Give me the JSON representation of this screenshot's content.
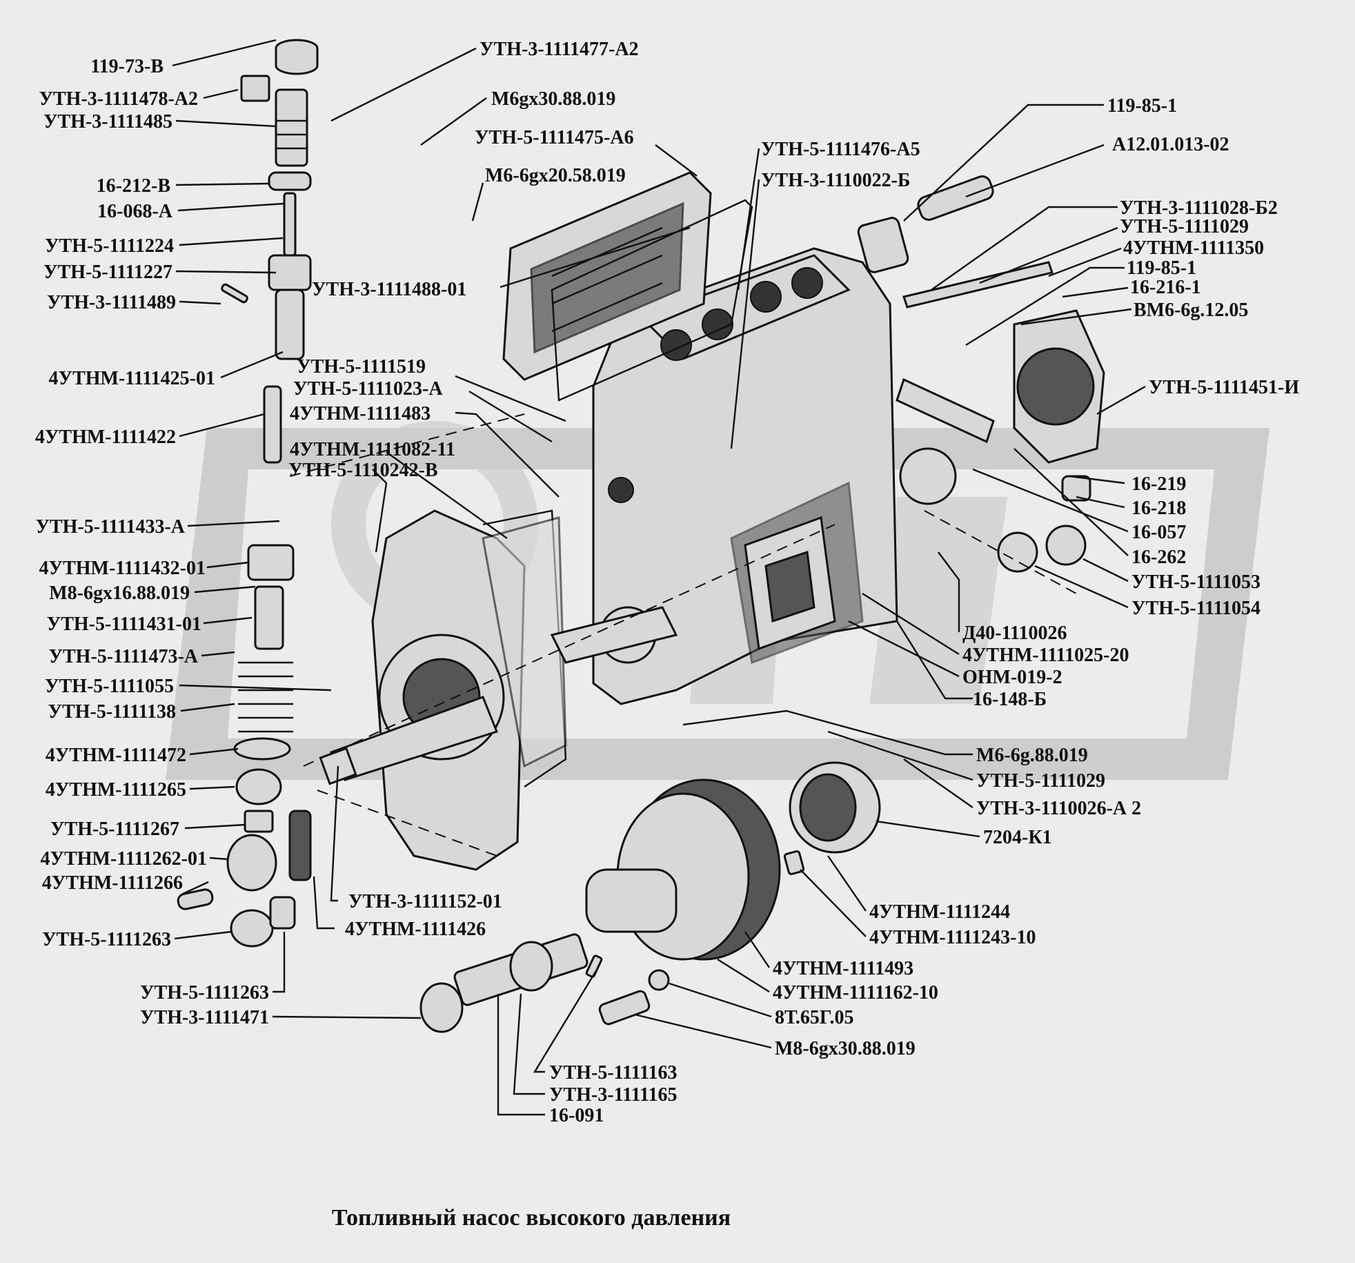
{
  "title": "Топливный насос высокого давления",
  "labels": {
    "l1": "119-73-В",
    "l2": "УТН-3-1111478-А2",
    "l3": "УТН-3-1111485",
    "l4": "16-212-В",
    "l5": "16-068-А",
    "l6": "УТН-5-1111224",
    "l7": "УТН-5-1111227",
    "l8": "УТН-3-1111489",
    "l9": "4УТНМ-1111425-01",
    "l10": "4УТНМ-1111422",
    "l11": "УТН-5-1111433-А",
    "l12": "4УТНМ-1111432-01",
    "l13": "М8-6gх16.88.019",
    "l14": "УТН-5-1111431-01",
    "l15": "УТН-5-1111473-А",
    "l16": "УТН-5-1111055",
    "l17": "УТН-5-1111138",
    "l18": "4УТНМ-1111472",
    "l19": "4УТНМ-1111265",
    "l20": "УТН-5-1111267",
    "l21": "4УТНМ-1111262-01",
    "l22": "4УТНМ-1111266",
    "l23": "УТН-5-1111263",
    "l24": "УТН-5-1111263",
    "l25": "УТН-3-1111471",
    "l26": "УТН-3-1111477-А2",
    "l27": "М6gх30.88.019",
    "l28": "УТН-5-1111475-А6",
    "l29": "М6-6gх20.58.019",
    "l30": "УТН-3-1111488-01",
    "l31": "УТН-5-1111519",
    "l32": "УТН-5-1111023-А",
    "l33": "4УТНМ-1111483",
    "l34": "4УТНМ-1111082-11",
    "l35": "УТН-5-1110242-В",
    "l36": "УТН-5-1111476-А5",
    "l37": "УТН-3-1110022-Б",
    "l38": "119-85-1",
    "l39": "А12.01.013-02",
    "l40": "УТН-3-1111028-Б2",
    "l41": "УТН-5-1111029",
    "l42": "4УТНМ-1111350",
    "l43": "119-85-1",
    "l44": "16-216-1",
    "l45": "ВМ6-6g.12.05",
    "l46": "УТН-5-1111451-И",
    "l47": "16-219",
    "l48": "16-218",
    "l49": "16-057",
    "l50": "16-262",
    "l51": "УТН-5-1111053",
    "l52": "УТН-5-1111054",
    "l53": "Д40-1110026",
    "l54": "4УТНМ-1111025-20",
    "l55": "ОНМ-019-2",
    "l56": "16-148-Б",
    "l57": "М6-6g.88.019",
    "l58": "УТН-5-1111029",
    "l59": "УТН-3-1110026-А 2",
    "l60": "7204-К1",
    "l61": "4УТНМ-1111244",
    "l62": "4УТНМ-1111243-10",
    "l63": "4УТНМ-1111493",
    "l64": "4УТНМ-1111162-10",
    "l65": "8Т.65Г.05",
    "l66": "М8-6gх30.88.019",
    "l67": "УТН-5-1111163",
    "l68": "УТН-3-1111165",
    "l69": "16-091",
    "l70": "УТН-3-1111152-01",
    "l71": "4УТНМ-1111426"
  }
}
